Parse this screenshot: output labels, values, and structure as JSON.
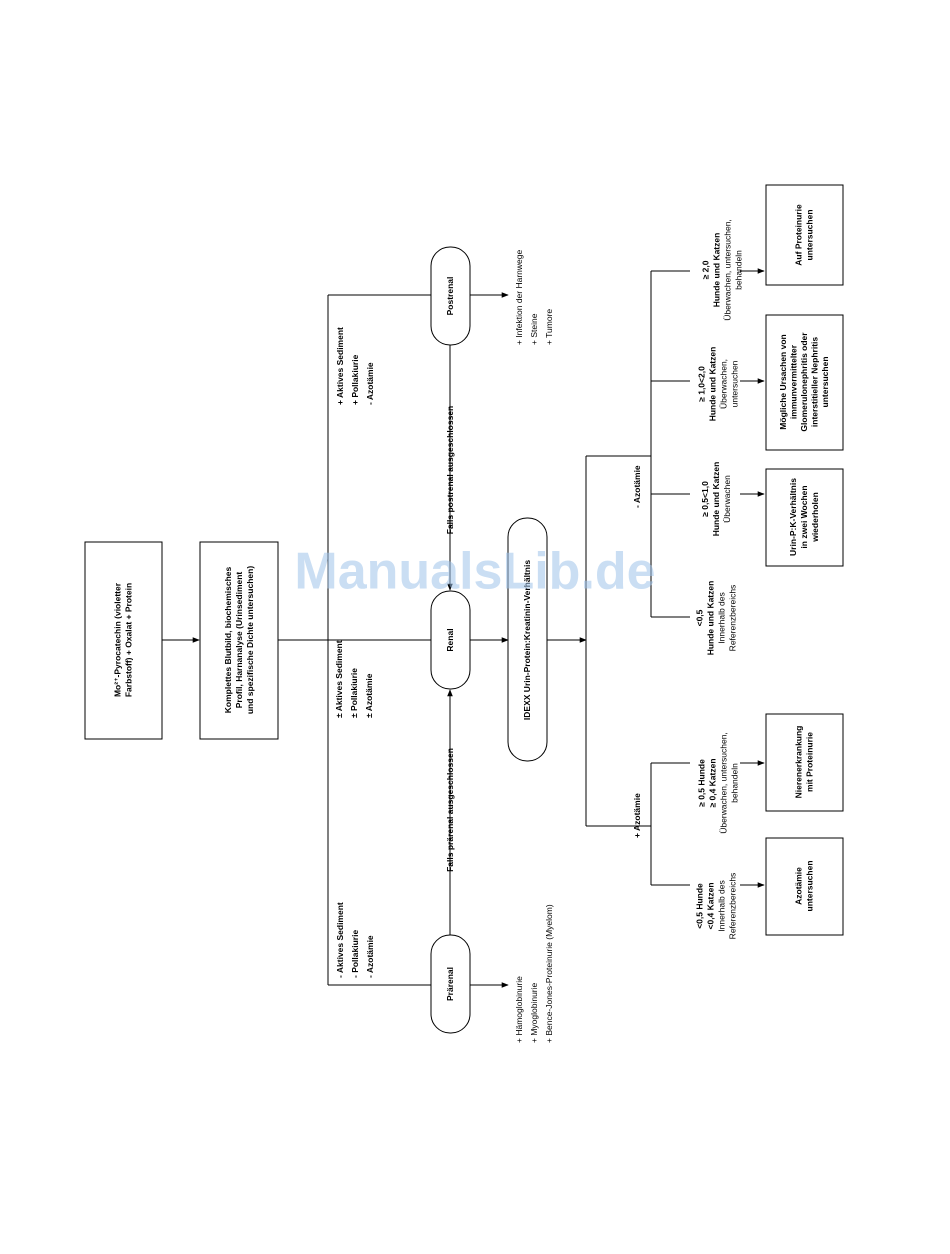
{
  "boxes": {
    "mo": [
      "Mo²⁺-Pyrocatechin (violetter",
      "Farbstoff) + Oxalat + Protein"
    ],
    "blutbild": [
      "Komplettes Blutbild, biochemisches",
      "Profil, Harnanalyse (Urinsediment",
      "und spezifische Dichte untersuchen)"
    ],
    "praerenal": "Prärenal",
    "renal": "Renal",
    "postrenal": "Postrenal",
    "idexx": "IDEXX Urin-Protein:Kreatinin-Verhältnis",
    "azot_unters": [
      "Azotämie",
      "untersuchen"
    ],
    "nieren": [
      "Nierenerkrankung",
      "mit Proteinurie"
    ],
    "urin_pk": [
      "Urin-P:K-Verhältnis",
      "in zwei Wochen",
      "wiederholen"
    ],
    "moegliche": [
      "Mögliche Ursachen von",
      "immunvermittelter",
      "Glomerulonephritis oder",
      "interstitieller Nephritis",
      "untersuchen"
    ],
    "auf_prot": [
      "Auf Proteinurie",
      "untersuchen"
    ]
  },
  "criteria": {
    "praerenal": [
      "- Aktives Sediment",
      "- Pollakiurie",
      "- Azotämie"
    ],
    "renal": [
      "± Aktives Sediment",
      "± Pollakiurie",
      "± Azotämie"
    ],
    "postrenal": [
      "+ Aktives Sediment",
      "+ Pollakiurie",
      "- Azotämie"
    ]
  },
  "edges": {
    "falls_praerenal": "Falls prärenal ausgeschlossen",
    "falls_postrenal": "Falls postrenal ausgeschlossen",
    "plus_azot": "+ Azotämie",
    "minus_azot": "- Azotämie"
  },
  "causes": {
    "praerenal": [
      "+  Hämoglobinurie",
      "+  Myoglobinurie",
      "+  Bence-Jones-Proteinurie (Myelom)"
    ],
    "postrenal": [
      "+  Infektion der Harnwege",
      "+  Steine",
      "+  Tumore"
    ]
  },
  "thresholds": {
    "t1": {
      "bold": [
        "<0,5 Hunde",
        "<0,4 Katzen"
      ],
      "normal": [
        "Innerhalb des",
        "Referenzbereichs"
      ]
    },
    "t2": {
      "bold": [
        "≥ 0,5 Hunde",
        "≥ 0,4 Katzen"
      ],
      "normal": [
        "Überwachen, untersuchen,",
        "behandeln"
      ]
    },
    "t3": {
      "bold": [
        "<0,5",
        "Hunde und Katzen"
      ],
      "normal": [
        "Innerhalb des",
        "Referenzbereichs"
      ]
    },
    "t4": {
      "bold": [
        "≥ 0,5<1,0",
        "Hunde und Katzen"
      ],
      "normal": [
        "Überwachen"
      ]
    },
    "t5": {
      "bold": [
        "≥ 1,0<2,0",
        "Hunde und Katzen"
      ],
      "normal": [
        "Überwachen,",
        "untersuchen"
      ]
    },
    "t6": {
      "bold": [
        "≥ 2,0",
        "Hunde und Katzen"
      ],
      "normal": [
        "Überwachen, untersuchen,",
        "behandeln"
      ]
    }
  },
  "watermark": "ManualsLib.de"
}
